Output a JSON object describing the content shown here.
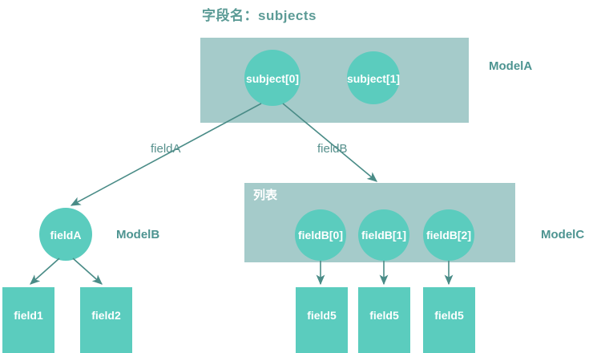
{
  "diagram": {
    "title": "字段名：subjects",
    "palette": {
      "background": "#ffffff",
      "group_fill": "#A5CBCA",
      "node_fill": "#5BCCBE",
      "arrow": "#4A8C87",
      "heading_text": "#5C9B96",
      "model_text": "#4D9491",
      "edge_text": "#56908C",
      "node_text": "#ffffff"
    },
    "groups": [
      {
        "id": "modelA-group",
        "caption": "",
        "model": "ModelA"
      },
      {
        "id": "modelC-group",
        "caption": "列表",
        "model": "ModelC"
      }
    ],
    "models": {
      "a": "ModelA",
      "b": "ModelB",
      "c": "ModelC"
    },
    "nodes": {
      "subject0": "subject[0]",
      "subject1": "subject[1]",
      "fieldA": "fieldA",
      "fieldB0": "fieldB[0]",
      "fieldB1": "fieldB[1]",
      "fieldB2": "fieldB[2]"
    },
    "leaves": {
      "field1": "field1",
      "field2": "field2",
      "field5_a": "field5",
      "field5_b": "field5",
      "field5_c": "field5"
    },
    "edges": [
      {
        "id": "edge-fieldA",
        "label": "fieldA",
        "from": "subject[0]",
        "to": "fieldA"
      },
      {
        "id": "edge-fieldB",
        "label": "fieldB",
        "from": "subject[0]",
        "to": "列表"
      },
      {
        "id": "edge-fieldA-field1",
        "label": "",
        "from": "fieldA",
        "to": "field1"
      },
      {
        "id": "edge-fieldA-field2",
        "label": "",
        "from": "fieldA",
        "to": "field2"
      },
      {
        "id": "edge-fieldB0-field5",
        "label": "",
        "from": "fieldB[0]",
        "to": "field5"
      },
      {
        "id": "edge-fieldB1-field5",
        "label": "",
        "from": "fieldB[1]",
        "to": "field5"
      },
      {
        "id": "edge-fieldB2-field5",
        "label": "",
        "from": "fieldB[2]",
        "to": "field5"
      }
    ]
  }
}
